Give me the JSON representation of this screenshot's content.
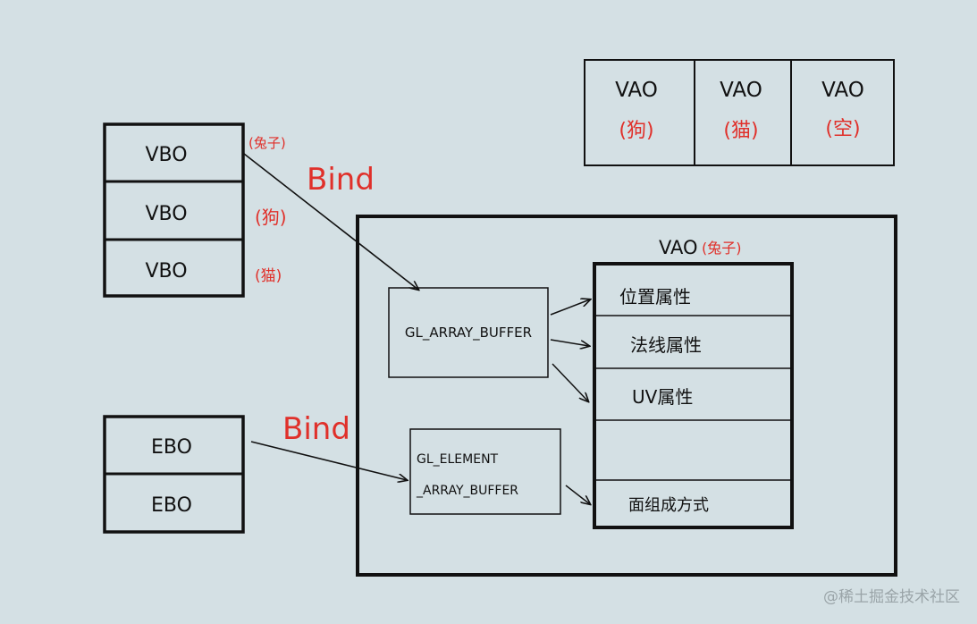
{
  "colors": {
    "background": "#d4e0e4",
    "ink": "#111111",
    "annotation_red": "#e0302a",
    "watermark": "#9aa4a8"
  },
  "vbo_stack": {
    "cells": [
      "VBO",
      "VBO",
      "VBO"
    ],
    "tags": [
      "(兔子)",
      "(狗)",
      "(猫)"
    ]
  },
  "ebo_stack": {
    "cells": [
      "EBO",
      "EBO"
    ]
  },
  "vao_row": [
    {
      "label": "VAO",
      "tag": "(狗)"
    },
    {
      "label": "VAO",
      "tag": "(猫)"
    },
    {
      "label": "VAO",
      "tag": "(空)"
    }
  ],
  "bind_labels": {
    "vbo_bind": "Bind",
    "ebo_bind": "Bind"
  },
  "vao_container": {
    "title": "VAO",
    "title_tag": "(兔子)",
    "array_buffer": "GL_ARRAY_BUFFER",
    "element_buffer_line1": "GL_ELEMENT",
    "element_buffer_line2": "_ARRAY_BUFFER",
    "attributes": [
      "位置属性",
      "法线属性",
      "UV属性",
      "",
      "面组成方式"
    ]
  },
  "watermark": "@稀土掘金技术社区"
}
